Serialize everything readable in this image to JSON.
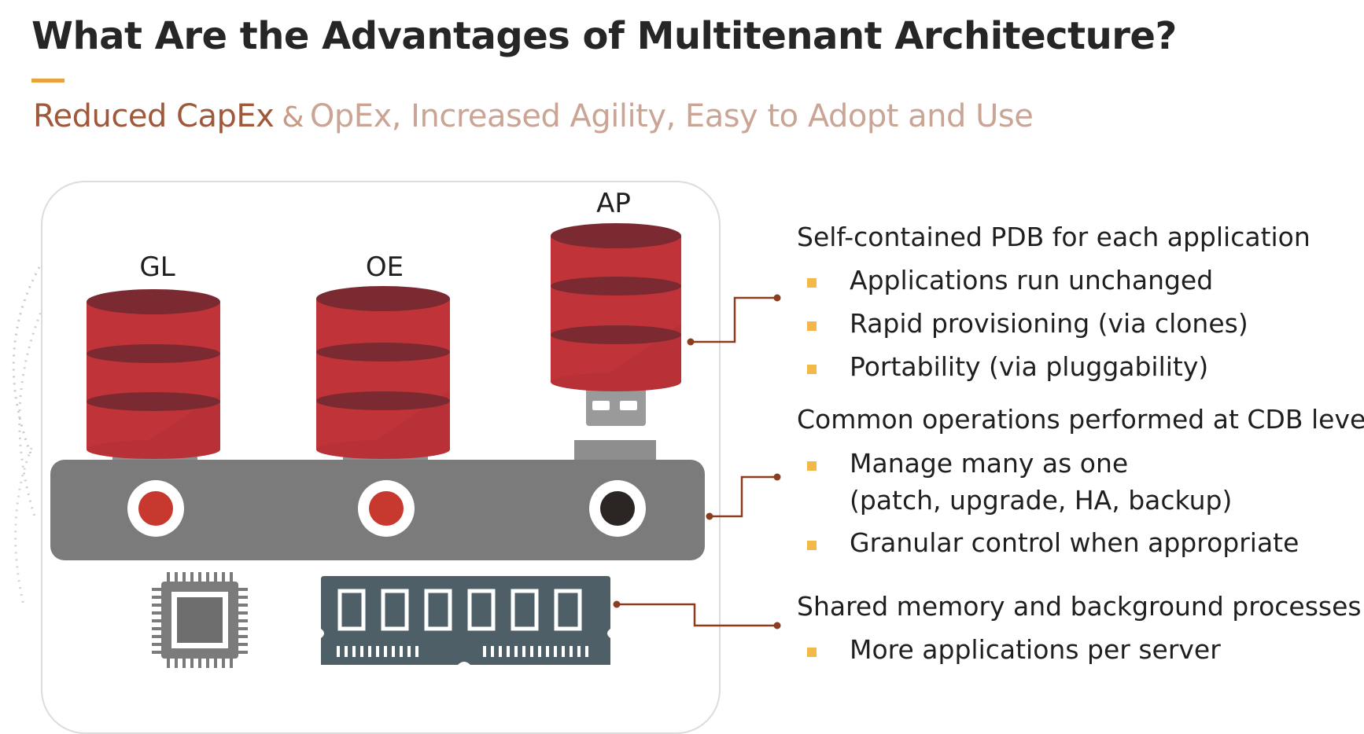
{
  "slide": {
    "title": "What Are the Advantages of Multitenant Architecture?",
    "subtitle": {
      "strong": "Reduced CapEx",
      "amp": "&",
      "rest": "OpEx, Increased Agility, Easy to Adopt and Use"
    }
  },
  "diagram": {
    "databases": [
      {
        "label": "GL",
        "status": "plugged"
      },
      {
        "label": "OE",
        "status": "plugged"
      },
      {
        "label": "AP",
        "status": "unplugged"
      }
    ],
    "components": [
      "container-database",
      "cpu-chip-icon",
      "memory-module-icon"
    ]
  },
  "benefits": {
    "pdb": {
      "heading": "Self-contained PDB for each application",
      "items": [
        "Applications run unchanged",
        "Rapid provisioning (via clones)",
        "Portability (via pluggability)"
      ]
    },
    "cdb": {
      "heading": "Common operations performed at CDB level",
      "items": [
        {
          "line1": "Manage many as one",
          "line2": "(patch, upgrade, HA, backup)"
        },
        {
          "line1": "Granular control when appropriate"
        }
      ]
    },
    "memory": {
      "heading": "Shared memory and background processes",
      "items": [
        "More applications per server"
      ]
    }
  },
  "colors": {
    "db_red": "#b83137",
    "db_dark": "#7a2a30",
    "cdb_gray": "#7b7b7b",
    "socket_red": "#c7382e",
    "memory_slate": "#4e5f67",
    "connector": "#8a3d1f",
    "bullet": "#f2b84a",
    "accent": "#e9a13b"
  }
}
